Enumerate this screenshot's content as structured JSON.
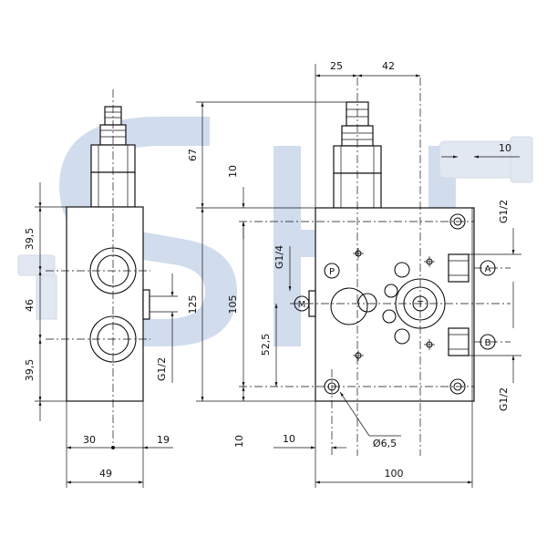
{
  "colors": {
    "line": "#111111",
    "watermark": "#c9d6ea"
  },
  "watermark": {
    "text": "SH"
  },
  "dimensions": {
    "top_25": "25",
    "top_42": "42",
    "left_39_5_top": "39,5",
    "left_46": "46",
    "left_39_5_bottom": "39,5",
    "side_g12": "G1/2",
    "bottom_30": "30",
    "bottom_19": "19",
    "bottom_49": "49",
    "h_67": "67",
    "h_125": "125",
    "h_10_top": "10",
    "h_105": "105",
    "h_52_5": "52,5",
    "h_10_bottom": "10",
    "g14": "G1/4",
    "b_10": "10",
    "b_hole": "Ø6,5",
    "b_100": "100",
    "r_10": "10",
    "r_g12_top": "G1/2",
    "r_g12_bottom": "G1/2"
  },
  "ports": {
    "p": "P",
    "m": "M",
    "t": "T",
    "a": "A",
    "b": "B"
  }
}
